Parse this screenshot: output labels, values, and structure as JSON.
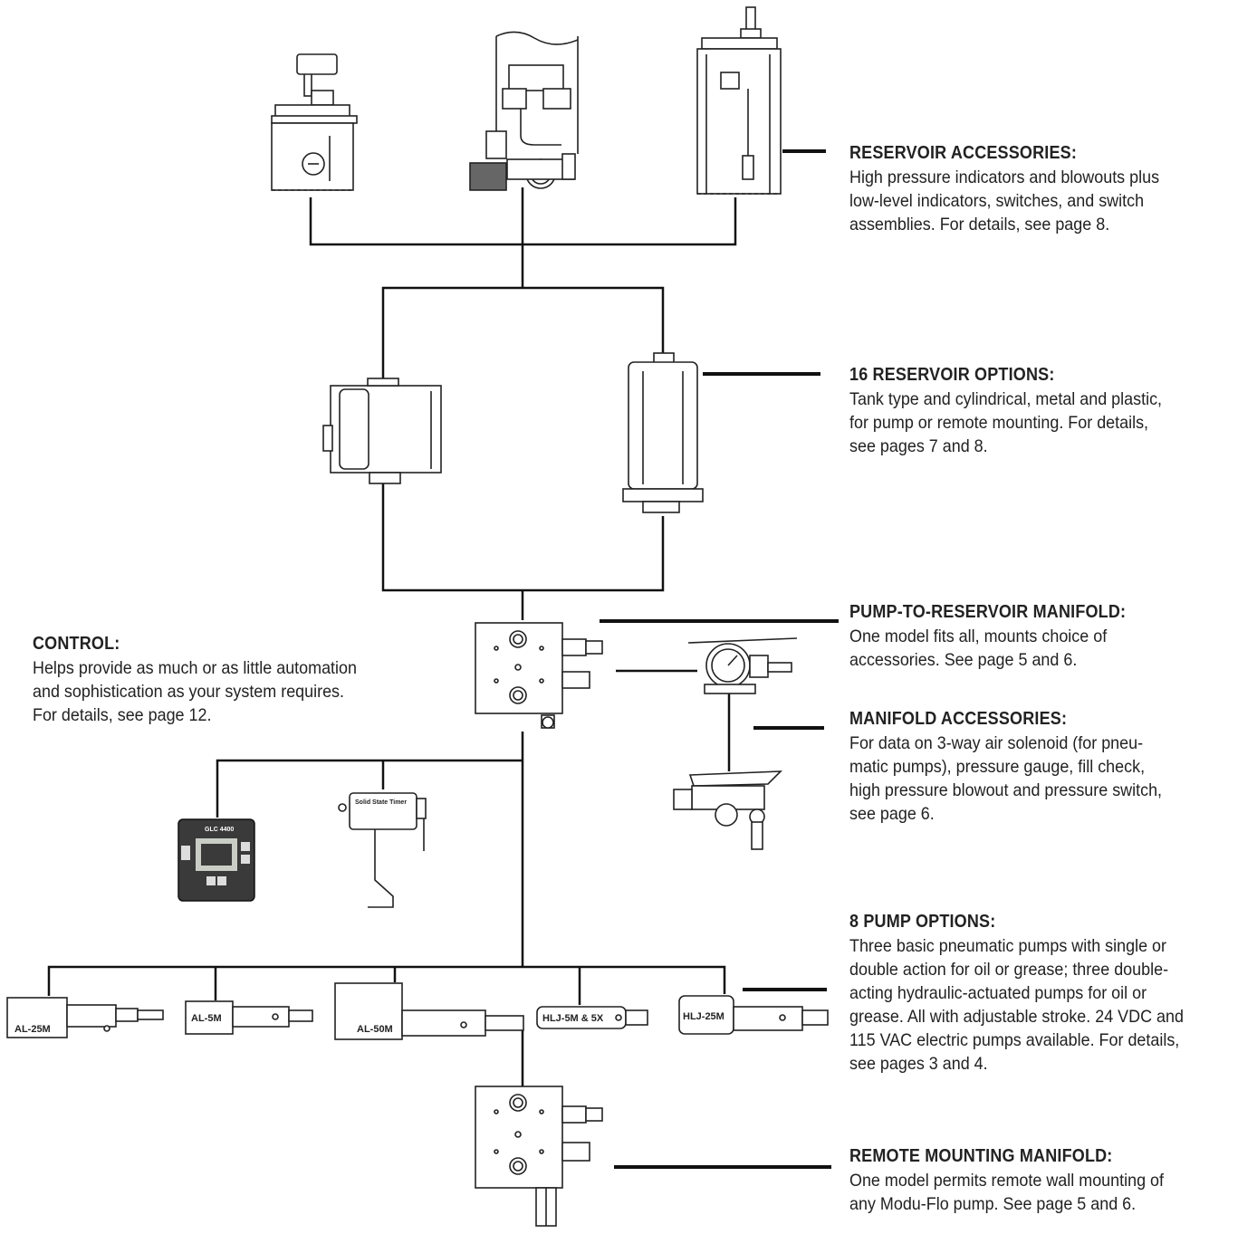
{
  "callouts": {
    "reservoir_accessories": {
      "heading": "RESERVOIR ACCESSORIES:",
      "lines": [
        "High pressure indicators and blowouts plus",
        "low-level indicators, switches, and switch",
        "assemblies. For details, see page 8."
      ]
    },
    "reservoir_options": {
      "heading": "16 RESERVOIR OPTIONS:",
      "lines": [
        "Tank type and cylindrical, metal and plastic,",
        "for pump or remote mounting. For details,",
        "see pages 7 and 8."
      ]
    },
    "pump_to_reservoir_manifold": {
      "heading": "PUMP-TO-RESERVOIR MANIFOLD:",
      "lines": [
        "One model fits all, mounts choice of",
        "accessories. See page 5 and 6."
      ]
    },
    "control": {
      "heading": "CONTROL:",
      "lines": [
        "Helps provide as much or as little automation",
        "and sophistication as your system requires.",
        "For details, see page 12."
      ]
    },
    "manifold_accessories": {
      "heading": "MANIFOLD ACCESSORIES:",
      "lines": [
        "For data on 3-way air solenoid (for pneu-",
        "matic pumps), pressure gauge, fill check,",
        "high pressure blowout and pressure switch,",
        "see page 6."
      ]
    },
    "pump_options": {
      "heading": "8 PUMP OPTIONS:",
      "lines": [
        "Three basic pneumatic pumps with single or",
        "double action for oil or grease; three double-",
        "acting hydraulic-actuated pumps for oil or",
        "grease. All with adjustable stroke. 24 VDC and",
        "115 VAC electric pumps available. For details,",
        "see pages 3 and 4."
      ]
    },
    "remote_mounting_manifold": {
      "heading": "REMOTE MOUNTING MANIFOLD:",
      "lines": [
        "One model permits remote wall mounting of",
        "any Modu-Flo pump. See page 5 and 6."
      ]
    }
  },
  "pump_labels": [
    "AL-25M",
    "AL-5M",
    "AL-50M",
    "HLJ-5M & 5X",
    "HLJ-25M"
  ],
  "controller_labels": {
    "glc_model": "GLC 4400",
    "timer_label": "Solid State Timer"
  },
  "colors": {
    "line": "#111111",
    "text": "#222222",
    "housing": "#3a3a3a",
    "screen": "#c9cdc6"
  }
}
